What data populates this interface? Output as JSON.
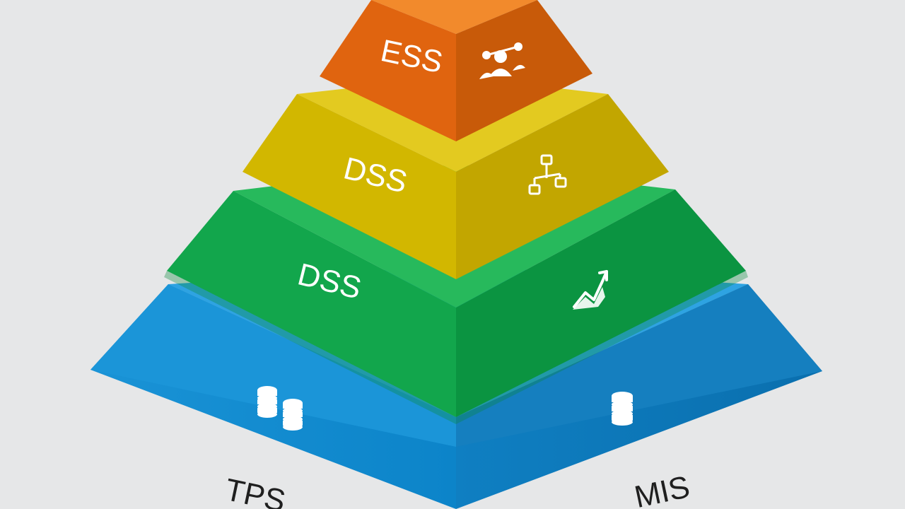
{
  "diagram": {
    "tiers": [
      {
        "id": "ess",
        "label": "ESS",
        "icon": "executive-people-icon",
        "left_color": "#e06410",
        "right_color": "#c95a0a",
        "top_color": "#f08a2a"
      },
      {
        "id": "dss-upper",
        "label": "DSS",
        "icon": "flowchart-icon",
        "left_color": "#d4b800",
        "right_color": "#c2a600",
        "top_color": "#e2c91a"
      },
      {
        "id": "dss-lower",
        "label": "DSS",
        "icon": "line-chart-icon",
        "left_color": "#0fa64a",
        "right_color": "#0a9440",
        "top_color": "#22b85a"
      },
      {
        "id": "base",
        "label": "",
        "icon": "database-icon",
        "left_color": "#1289cf",
        "right_color": "#0d77ba",
        "top_color": "#2aa0e0"
      }
    ],
    "base_labels": {
      "left": "TPS",
      "right": "MIS"
    }
  }
}
